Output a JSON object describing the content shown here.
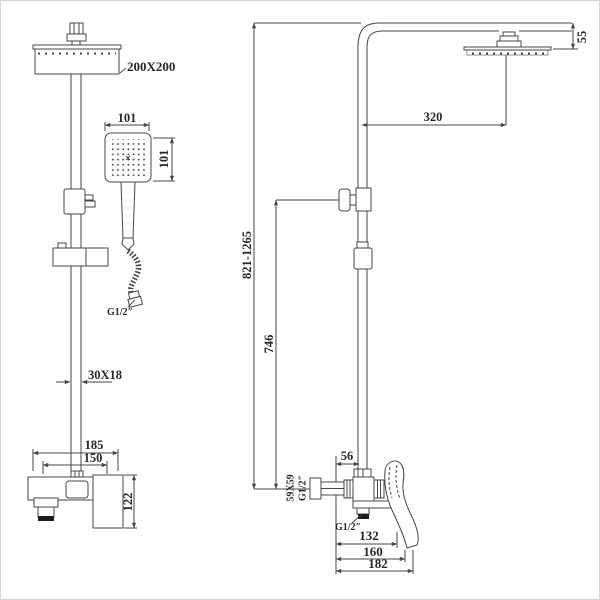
{
  "title": "Shower set technical drawing (front and side views)",
  "colors": {
    "line": "#474747",
    "text": "#282828",
    "background": "#ffffff",
    "aerator_fill": "#1d1d1d",
    "border": "#d4d4d4"
  },
  "front_view": {
    "overhead_size": "200X200",
    "hand_width": "101",
    "hand_height": "101",
    "hose_thread": "G1/2″",
    "column_profile": "30X18",
    "mixer_width": "185",
    "mixer_centers": "150",
    "mixer_height": "122"
  },
  "side_view": {
    "head_drop": "55",
    "arm_reach": "320",
    "total_height": "821-1265",
    "column_height": "746",
    "wall_offset": "56",
    "plate_size": "59X59",
    "inlet_thread": "G1/2″",
    "outlet_thread": "G1/2″",
    "reach_spout": "132",
    "reach_mid": "160",
    "reach_total": "182"
  }
}
